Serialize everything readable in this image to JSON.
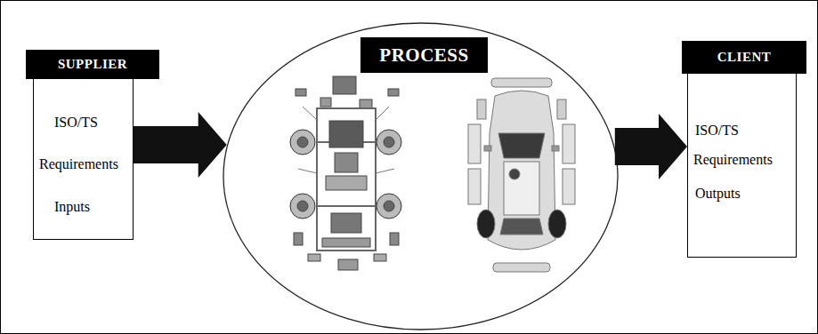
{
  "diagram": {
    "nodes": [
      {
        "text": [
          "SUPPLIER",
          "ISO/TS",
          "Requirements",
          "Inputs"
        ]
      },
      {
        "text": [
          "PROCESS"
        ]
      },
      {
        "text": [
          "CLIENT",
          "ISO/TS",
          "Requirements",
          "Outputs"
        ]
      }
    ],
    "edges": [
      {
        "from": 0,
        "to": 1,
        "arrow": "to"
      },
      {
        "from": 1,
        "to": 2,
        "arrow": "to"
      }
    ]
  }
}
